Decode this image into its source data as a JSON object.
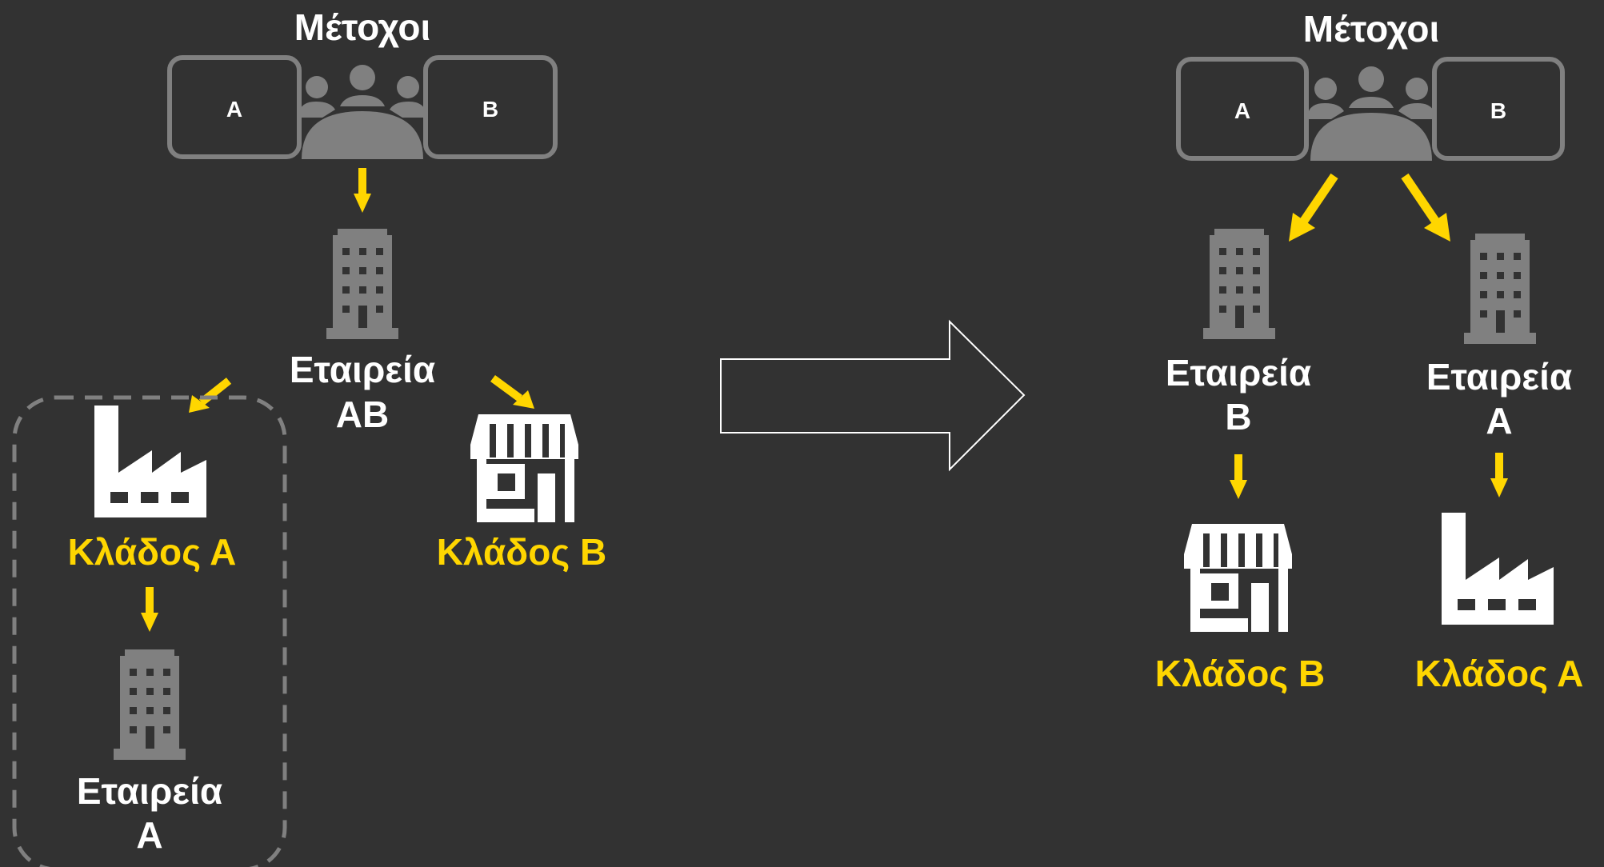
{
  "colors": {
    "background": "#323232",
    "accent": "#ffd600",
    "icon_gray": "#808080",
    "text": "#ffffff"
  },
  "left": {
    "shareholders_title": "Μέτοχοι",
    "shareholder_a": "A",
    "shareholder_b": "B",
    "company_ab_line1": "Εταιρεία",
    "company_ab_line2": "ΑΒ",
    "branch_a": "Κλάδος Α",
    "branch_b": "Κλάδος Β",
    "company_a_line1": "Εταιρεία",
    "company_a_line2": "Α"
  },
  "right": {
    "shareholders_title": "Μέτοχοι",
    "shareholder_a": "A",
    "shareholder_b": "B",
    "company_b_line1": "Εταιρεία",
    "company_b_line2": "Β",
    "company_a_line1": "Εταιρεία",
    "company_a_line2": "Α",
    "branch_b": "Κλάδος Β",
    "branch_a": "Κλάδος Α"
  }
}
